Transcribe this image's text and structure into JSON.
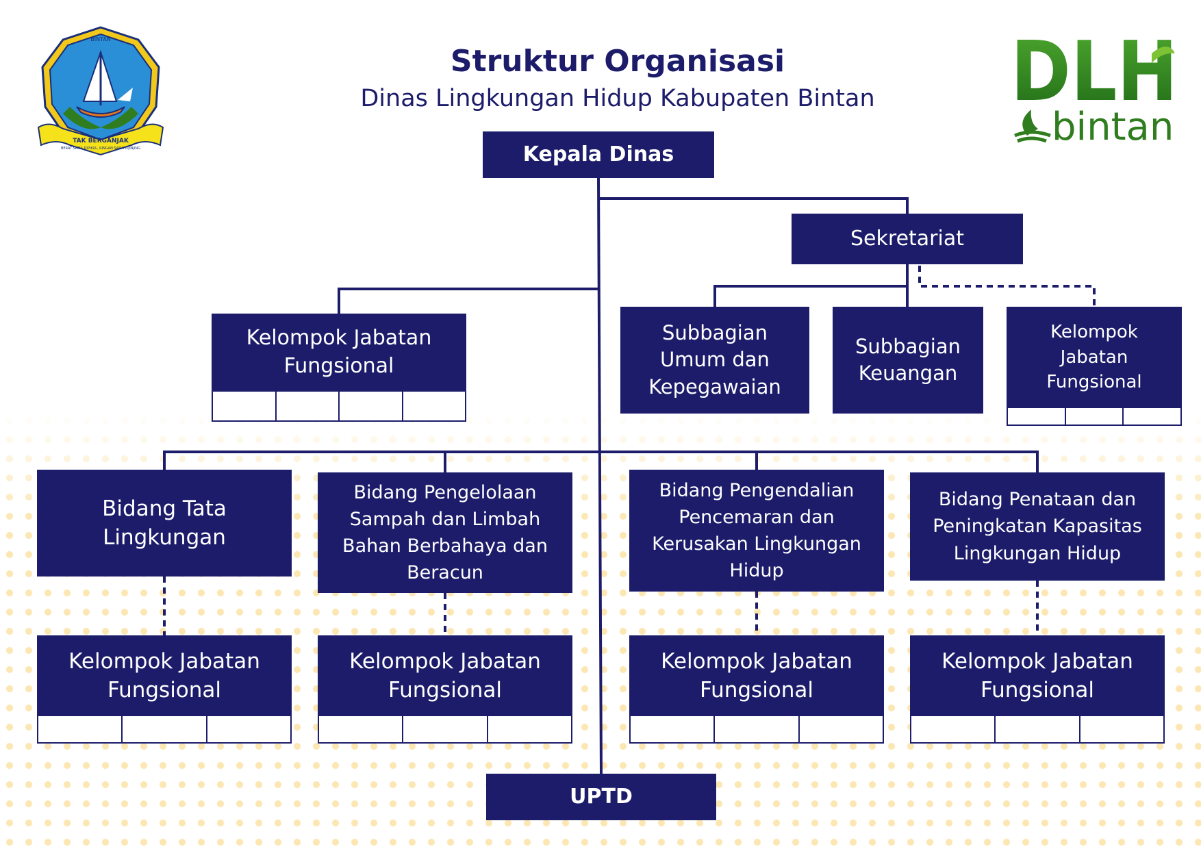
{
  "header": {
    "title": "Struktur Organisasi",
    "subtitle": "Dinas Lingkungan Hidup Kabupaten Bintan"
  },
  "logos": {
    "bintan_emblem": {
      "top_text": "BINTAN",
      "ribbon_text": "TAK BERGANJAK",
      "ribbon_subtext": "BERAT SAMA DIPIKUL, RINGAN SAMA DIJINJING"
    },
    "dlh": {
      "main": "DLH",
      "sub": "bintan"
    }
  },
  "org": {
    "kepala": "Kepala Dinas",
    "sekretariat": "Sekretariat",
    "kjf_kepala": "Kelompok Jabatan Fungsional",
    "subbag_umum": "Subbagian Umum dan Kepegawaian",
    "subbag_keuangan": "Subbagian Keuangan",
    "kjf_sekretariat": "Kelompok Jabatan Fungsional",
    "bidang_tata": "Bidang Tata Lingkungan",
    "bidang_sampah": "Bidang Pengelolaan Sampah dan Limbah Bahan Berbahaya dan Beracun",
    "bidang_pengendalian": "Bidang Pengendalian Pencemaran dan Kerusakan Lingkungan Hidup",
    "bidang_penataan": "Bidang Penataan dan Peningkatan Kapasitas Lingkungan Hidup",
    "kjf_tata": "Kelompok Jabatan Fungsional",
    "kjf_sampah": "Kelompok Jabatan Fungsional",
    "kjf_pengendalian": "Kelompok Jabatan Fungsional",
    "kjf_penataan": "Kelompok Jabatan Fungsional",
    "uptd": "UPTD"
  },
  "colors": {
    "navy": "#1c1c6b",
    "dlh_green": "#2f7d1e",
    "dots": "#fbe3a6"
  }
}
